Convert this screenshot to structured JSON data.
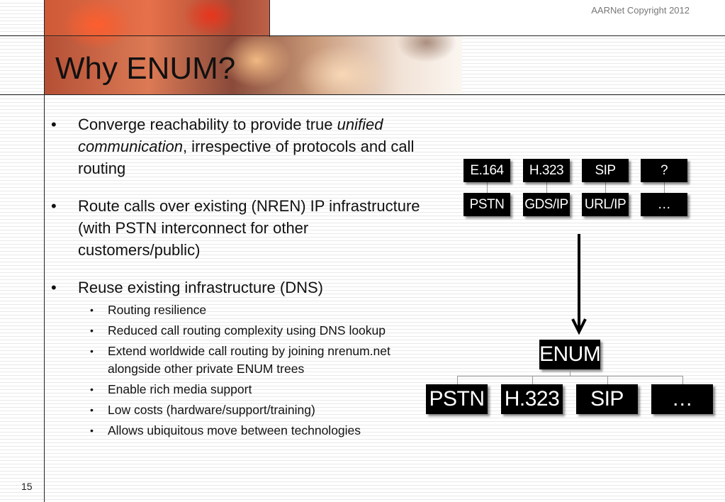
{
  "header": {
    "copyright": "AARNet Copyright 2012",
    "title": "Why ENUM?",
    "page_number": "15"
  },
  "bullets": {
    "item1": {
      "before": "Converge reachability to provide true ",
      "emphasis": "unified communication",
      "after": ", irrespective of protocols and call routing"
    },
    "item2": "Route calls over existing (NREN) IP infrastructure (with PSTN interconnect for other customers/public)",
    "item3": "Reuse existing infrastructure (DNS)",
    "sub": [
      "Routing resilience",
      "Reduced call routing complexity using DNS lookup",
      "Extend worldwide call routing by joining nrenum.net alongside other private ENUM trees",
      "Enable rich media support",
      "Low costs (hardware/support/training)",
      "Allows ubiquitous move between technologies"
    ]
  },
  "diagram": {
    "top_row": [
      "E.164",
      "H.323",
      "SIP",
      "?"
    ],
    "second_row": [
      "PSTN",
      "GDS/IP",
      "URL/IP",
      "…"
    ],
    "center": "ENUM",
    "bottom_row": [
      "PSTN",
      "H.323",
      "SIP",
      "…"
    ]
  }
}
